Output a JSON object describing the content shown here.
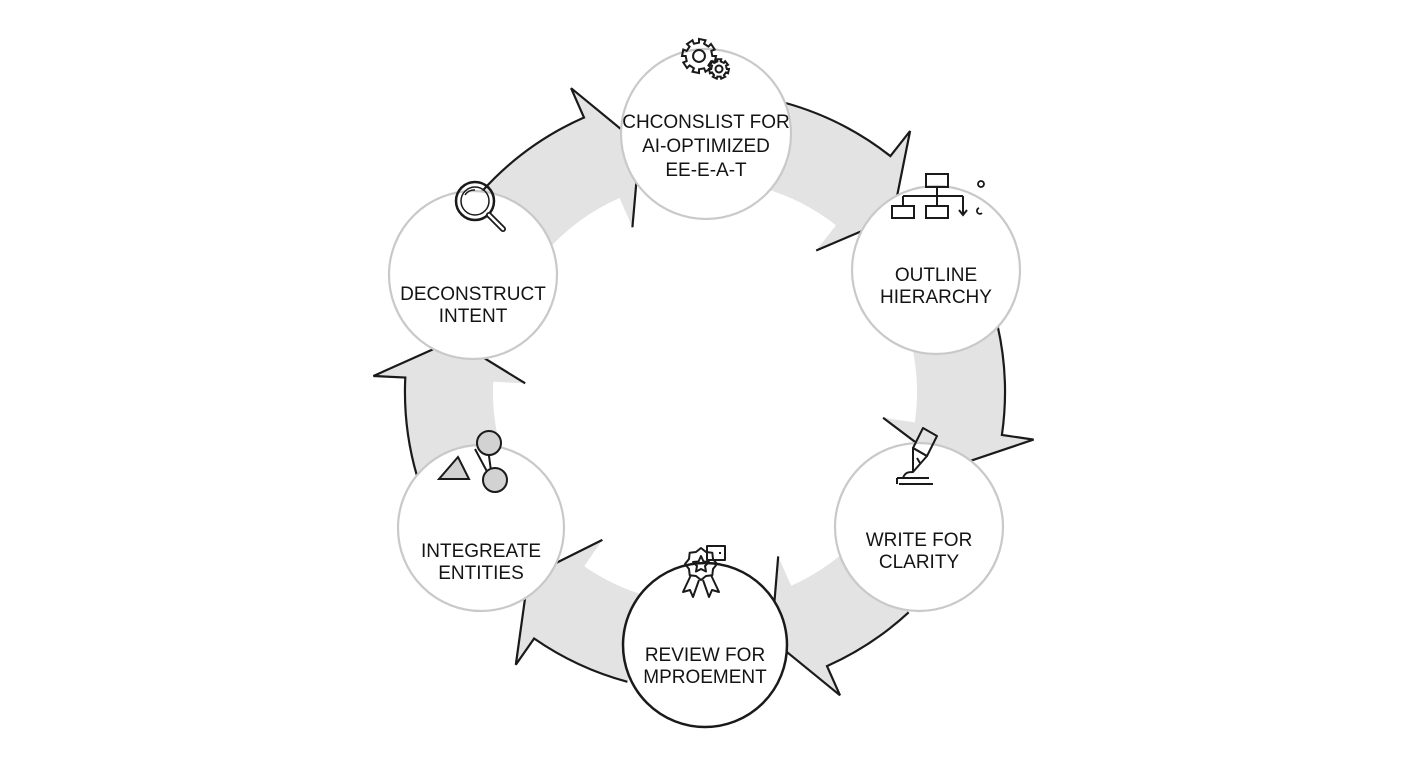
{
  "diagram": {
    "type": "cycle",
    "colors": {
      "arrow_fill": "#e3e3e3",
      "stroke": "#1a1a1a",
      "node_border": "#c9c9c9",
      "node_border_emphasis": "#1a1a1a",
      "background": "#ffffff"
    },
    "nodes": [
      {
        "id": "checklist",
        "icon": "gears-icon",
        "lines": [
          "CHCONSLIST FOR",
          "AI-OPTIMIZED",
          "EE-E-A-T"
        ]
      },
      {
        "id": "outline",
        "icon": "hierarchy-chart-icon",
        "lines": [
          "OUTLINE",
          "HIERARCHY"
        ]
      },
      {
        "id": "write",
        "icon": "fountain-pen-icon",
        "lines": [
          "WRITE FOR",
          "CLARITY"
        ]
      },
      {
        "id": "review",
        "icon": "award-ribbon-icon",
        "lines": [
          "REVIEW FOR",
          "MPROEMENT"
        ]
      },
      {
        "id": "integrate",
        "icon": "entity-network-icon",
        "lines": [
          "INTEGREATE",
          "ENTITIES"
        ]
      },
      {
        "id": "deconstruct",
        "icon": "magnifier-icon",
        "lines": [
          "DECONSTRUCT",
          "INTENT"
        ]
      }
    ]
  }
}
